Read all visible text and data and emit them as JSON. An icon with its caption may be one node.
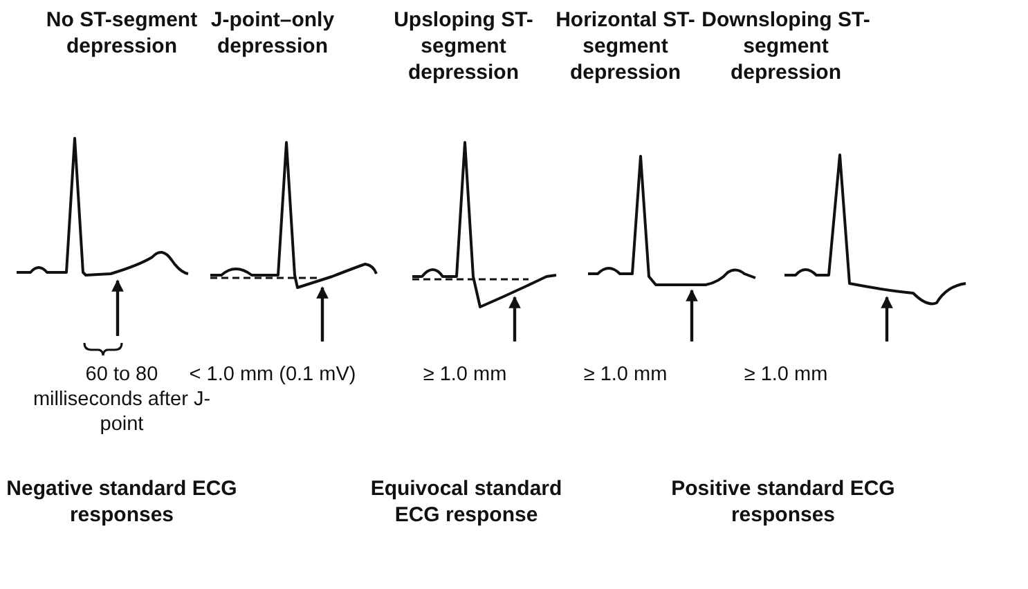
{
  "diagram": {
    "labels": [
      "No ST-segment depression",
      "J-point–only depression",
      "Upsloping ST-segment depression",
      "Horizontal ST-segment depression",
      "Downsloping ST-segment depression",
      "60 to 80 milliseconds after J-point",
      "< 1.0 mm (0.1 mV)",
      "≥ 1.0 mm",
      "≥ 1.0 mm",
      "≥ 1.0 mm",
      "Negative standard ECG responses",
      "Equivocal standard ECG response",
      "Positive standard ECG responses"
    ]
  }
}
